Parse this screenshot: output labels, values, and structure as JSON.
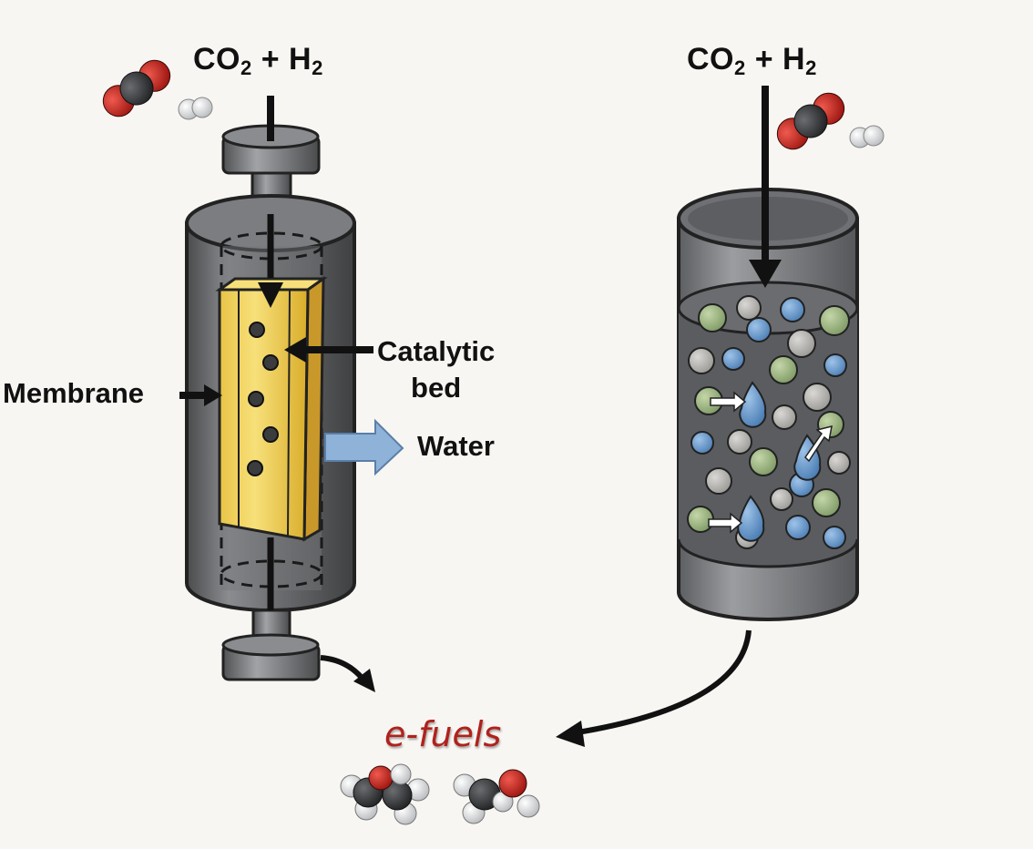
{
  "feed_left": {
    "main": "CO",
    "sub1": "2",
    "plus": " + H",
    "sub2": "2"
  },
  "feed_right": {
    "main": "CO",
    "sub1": "2",
    "plus": " + H",
    "sub2": "2"
  },
  "labels": {
    "catalytic_line1": "Catalytic",
    "catalytic_line2": "bed",
    "membrane": "Membrane",
    "water": "Water",
    "product": "e-fuels"
  },
  "colors": {
    "background": "#f8f6f2",
    "catalyst_yellow": "#f1d35a",
    "product_red": "#b0211c",
    "water_arrow": "#8fb2d8",
    "reactor_gray": "#6f7174"
  }
}
